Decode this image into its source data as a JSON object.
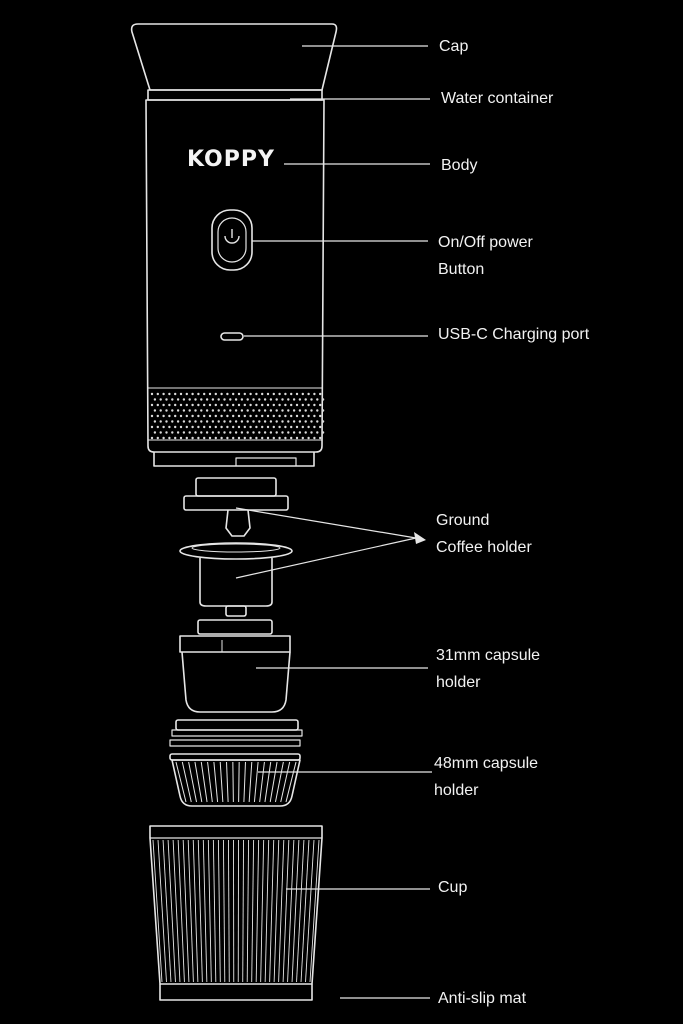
{
  "brand": "KOPPY",
  "colors": {
    "background": "#000000",
    "line": "#e6e6e6",
    "text": "#f2f2f2"
  },
  "labels": {
    "cap": "Cap",
    "water_container": "Water container",
    "body": "Body",
    "power_button_line1": "On/Off power",
    "power_button_line2": "Button",
    "usb_port": "USB-C Charging port",
    "coffee_holder_line1": "Ground",
    "coffee_holder_line2": "Coffee holder",
    "capsule31_line1": "31mm capsule",
    "capsule31_line2": "holder",
    "capsule48_line1": "48mm capsule",
    "capsule48_line2": "holder",
    "cup": "Cup",
    "mat": "Anti-slip mat"
  }
}
